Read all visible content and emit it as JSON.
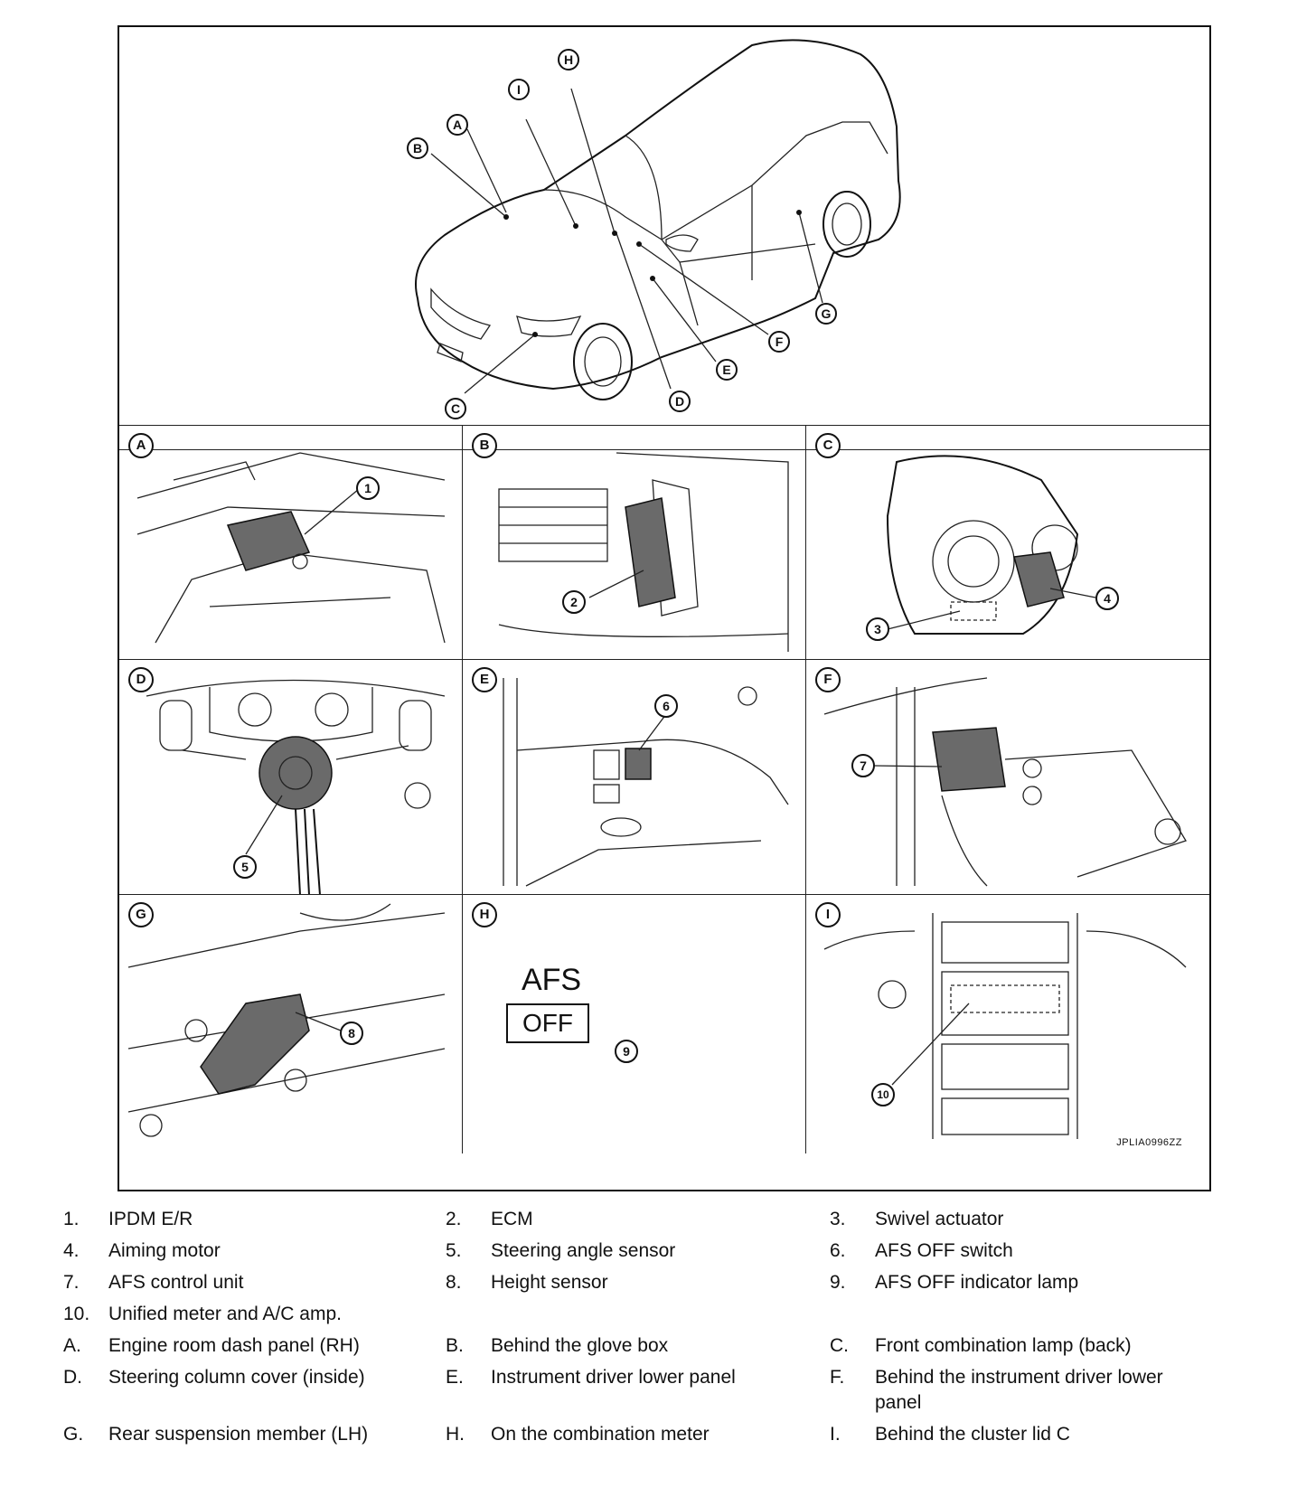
{
  "figure": {
    "code": "JPLIA0996ZZ",
    "car_callouts": [
      "A",
      "B",
      "C",
      "D",
      "E",
      "F",
      "G",
      "H",
      "I"
    ],
    "panels": [
      {
        "letter": "A",
        "items": [
          "1"
        ]
      },
      {
        "letter": "B",
        "items": [
          "2"
        ]
      },
      {
        "letter": "C",
        "items": [
          "3",
          "4"
        ]
      },
      {
        "letter": "D",
        "items": [
          "5"
        ]
      },
      {
        "letter": "E",
        "items": [
          "6"
        ]
      },
      {
        "letter": "F",
        "items": [
          "7"
        ]
      },
      {
        "letter": "G",
        "items": [
          "8"
        ]
      },
      {
        "letter": "H",
        "items": [
          "9"
        ]
      },
      {
        "letter": "I",
        "items": [
          "10"
        ]
      }
    ],
    "afs": {
      "top": "AFS",
      "box": "OFF"
    }
  },
  "legend": [
    {
      "key": "1.",
      "text": "IPDM E/R"
    },
    {
      "key": "2.",
      "text": "ECM"
    },
    {
      "key": "3.",
      "text": "Swivel actuator"
    },
    {
      "key": "4.",
      "text": "Aiming motor"
    },
    {
      "key": "5.",
      "text": "Steering angle sensor"
    },
    {
      "key": "6.",
      "text": "AFS OFF switch"
    },
    {
      "key": "7.",
      "text": "AFS control unit"
    },
    {
      "key": "8.",
      "text": "Height sensor"
    },
    {
      "key": "9.",
      "text": "AFS OFF indicator lamp"
    },
    {
      "key": "10.",
      "text": "Unified meter and A/C amp."
    },
    {
      "key": "A.",
      "text": "Engine room dash panel (RH)"
    },
    {
      "key": "B.",
      "text": "Behind the glove box"
    },
    {
      "key": "C.",
      "text": "Front combination lamp (back)"
    },
    {
      "key": "D.",
      "text": "Steering column cover (inside)"
    },
    {
      "key": "E.",
      "text": "Instrument driver lower panel"
    },
    {
      "key": "F.",
      "text": "Behind the instrument driver lower panel"
    },
    {
      "key": "G.",
      "text": "Rear suspension member (LH)"
    },
    {
      "key": "H.",
      "text": "On the combination meter"
    },
    {
      "key": "I.",
      "text": "Behind the cluster lid C"
    }
  ]
}
